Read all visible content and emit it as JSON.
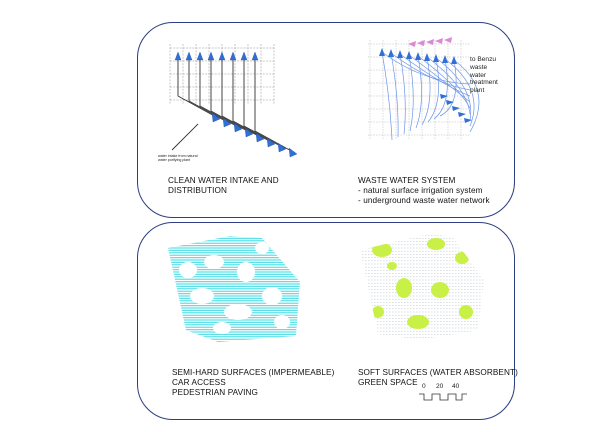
{
  "colors": {
    "panel_border": "#2c3f82",
    "clean_water": "#333333",
    "arrow_blue": "#2f6fd6",
    "waste_blue": "#6a95e8",
    "waste_pink": "#d98ad6",
    "semi_hard": "#5fe0e8",
    "soft_green": "#c8f047"
  },
  "top_panel": {
    "clean_water": {
      "caption_line1": "CLEAN WATER INTAKE AND",
      "caption_line2": "DISTRIBUTION",
      "intake_note_line1": "water intake from natural",
      "intake_note_line2": "water purifying plant"
    },
    "waste_water": {
      "caption_line1": "WASTE WATER SYSTEM",
      "caption_line2": "- natural surface irrigation system",
      "caption_line3": "- underground waste water network",
      "outlet_line1": "to Benzu",
      "outlet_line2": "waste",
      "outlet_line3": "water",
      "outlet_line4": "treatment",
      "outlet_line5": "plant"
    }
  },
  "bottom_panel": {
    "semi_hard": {
      "caption_line1": "SEMI-HARD SURFACES (IMPERMEABLE)",
      "caption_line2": "CAR ACCESS",
      "caption_line3": "PEDESTRIAN PAVING"
    },
    "soft": {
      "caption_line1": "SOFT SURFACES (WATER ABSORBENT)",
      "caption_line2": "GREEN SPACE"
    },
    "scale_bar": {
      "labels": [
        "0",
        "20",
        "40"
      ]
    }
  }
}
